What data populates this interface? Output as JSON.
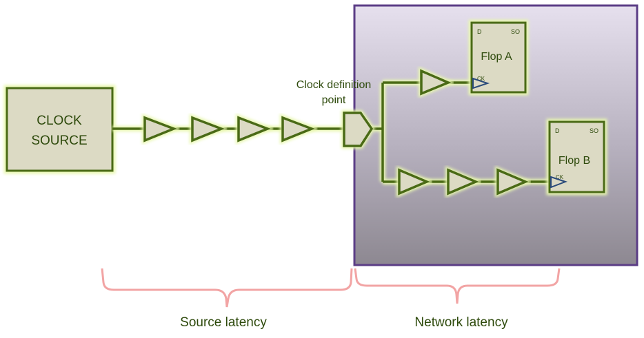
{
  "clock_source": {
    "line1": "CLOCK",
    "line2": "SOURCE"
  },
  "clock_definition": {
    "line1": "Clock definition",
    "line2": "point"
  },
  "flop_a": {
    "name": "Flop A",
    "d": "D",
    "so": "SO",
    "ck": "CK"
  },
  "flop_b": {
    "name": "Flop B",
    "d": "D",
    "so": "SO",
    "ck": "CK"
  },
  "brackets": {
    "source": "Source latency",
    "network": "Network latency"
  },
  "colors": {
    "wire": "#4a6a16",
    "block_fill": "#dcdac4",
    "glow": "#e8f7b0",
    "region_border": "#5b3d86",
    "bracket": "#f2a4a4",
    "label": "#2e4a0c"
  }
}
